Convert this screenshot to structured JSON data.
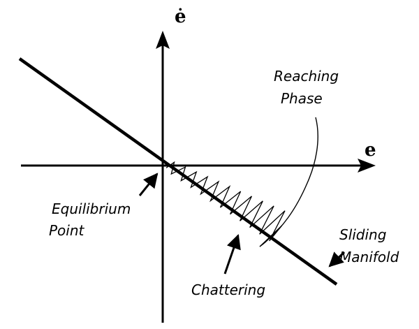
{
  "diagram": {
    "axis_labels": {
      "horizontal": "e",
      "vertical": "ė"
    },
    "annotations": {
      "reaching_phase": [
        "Reaching",
        "Phase"
      ],
      "equilibrium_point": [
        "Equilibrium",
        "Point"
      ],
      "sliding_manifold": [
        "Sliding",
        "Manifold"
      ],
      "chattering": "Chattering"
    }
  },
  "colors": {
    "ink": "#000000",
    "background": "#ffffff"
  }
}
